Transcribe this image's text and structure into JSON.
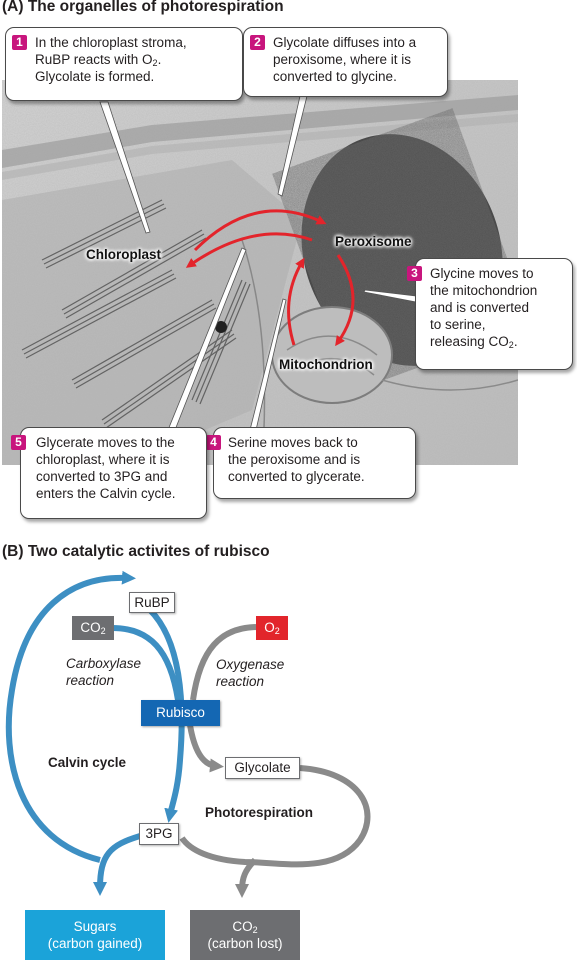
{
  "panel_a": {
    "title": "(A)  The organelles of photorespiration",
    "labels": {
      "chloroplast": "Chloroplast",
      "peroxisome": "Peroxisome",
      "mitochondrion": "Mitochondrion"
    },
    "steps": [
      {
        "number": "1",
        "text_before": "In the chloroplast stroma,\nRuBP reacts with O",
        "sub": "2",
        "text_after": ".\nGlycolate is formed."
      },
      {
        "number": "2",
        "text_before": "Glycolate diffuses into a\nperoxisome, where it is\nconverted to glycine.",
        "sub": "",
        "text_after": ""
      },
      {
        "number": "3",
        "text_before": "Glycine moves to\nthe mitochondrion\nand is converted\nto serine,\nreleasing CO",
        "sub": "2",
        "text_after": "."
      },
      {
        "number": "4",
        "text_before": "Serine moves back to\nthe peroxisome and is\nconverted to glycerate.",
        "sub": "",
        "text_after": ""
      },
      {
        "number": "5",
        "text_before": "Glycerate moves to the\nchloroplast, where it is\nconverted to 3PG and\nenters the Calvin cycle.",
        "sub": "",
        "text_after": ""
      }
    ]
  },
  "panel_b": {
    "title": "(B)  Two catalytic activites of rubisco",
    "rubp": "RuBP",
    "co2_in": {
      "main": "CO",
      "sub": "2"
    },
    "o2": {
      "main": "O",
      "sub": "2"
    },
    "carboxylase": "Carboxylase\nreaction",
    "oxygenase": "Oxygenase\nreaction",
    "rubisco": "Rubisco",
    "calvin": "Calvin cycle",
    "glycolate": "Glycolate",
    "photorespiration": "Photorespiration",
    "pg3": "3PG",
    "sugars": {
      "line1": "Sugars",
      "line2": "(carbon gained)"
    },
    "co2_out": {
      "main": "CO",
      "sub": "2",
      "line2": "(carbon lost)"
    },
    "colors": {
      "blue": "#3d8fc3",
      "gray": "#8a8a8a",
      "rubisco": "#1467b3",
      "sugars": "#1ba3d9",
      "co2_box": "#6d6e71",
      "o2_box": "#e2252b",
      "badge": "#c8157d",
      "red_arrow": "#e3242b"
    }
  }
}
